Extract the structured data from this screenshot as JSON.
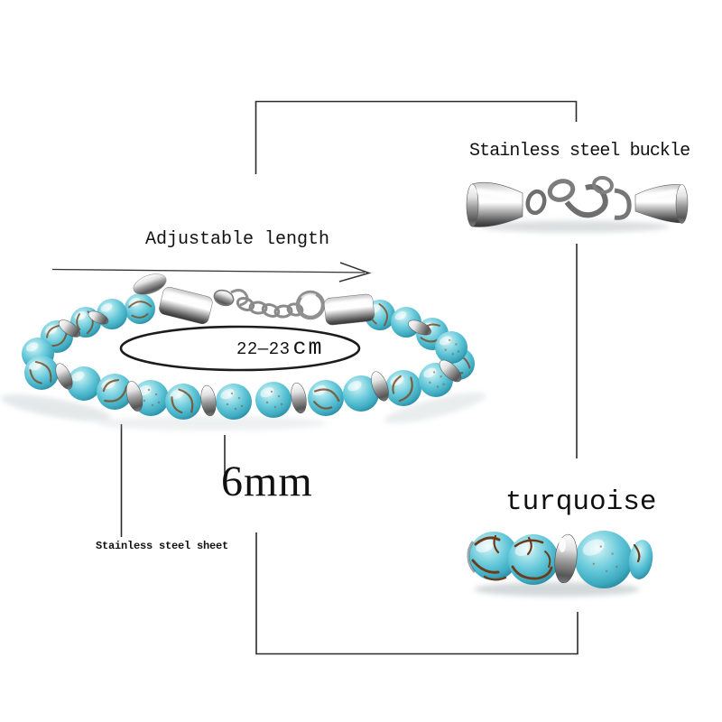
{
  "page": {
    "background": "#ffffff"
  },
  "colors": {
    "line": "#2b2b2b",
    "text": "#111111",
    "turquoise": "#5bc4d7",
    "turquoise_dark": "#2b8ea6",
    "vein_brown": "#7a4a22",
    "silver_light": "#f2f2f2",
    "silver_dark": "#4a4a4a"
  },
  "annotations": {
    "buckle": {
      "label": "Stainless steel buckle"
    },
    "adjustable_length": {
      "label": "Adjustable length"
    },
    "length_range": {
      "value": "22—23",
      "unit": "cm"
    },
    "bead_diameter": {
      "label": "6mm"
    },
    "steel_sheet": {
      "label": "Stainless steel sheet"
    },
    "material": {
      "label": "turquoise"
    }
  }
}
